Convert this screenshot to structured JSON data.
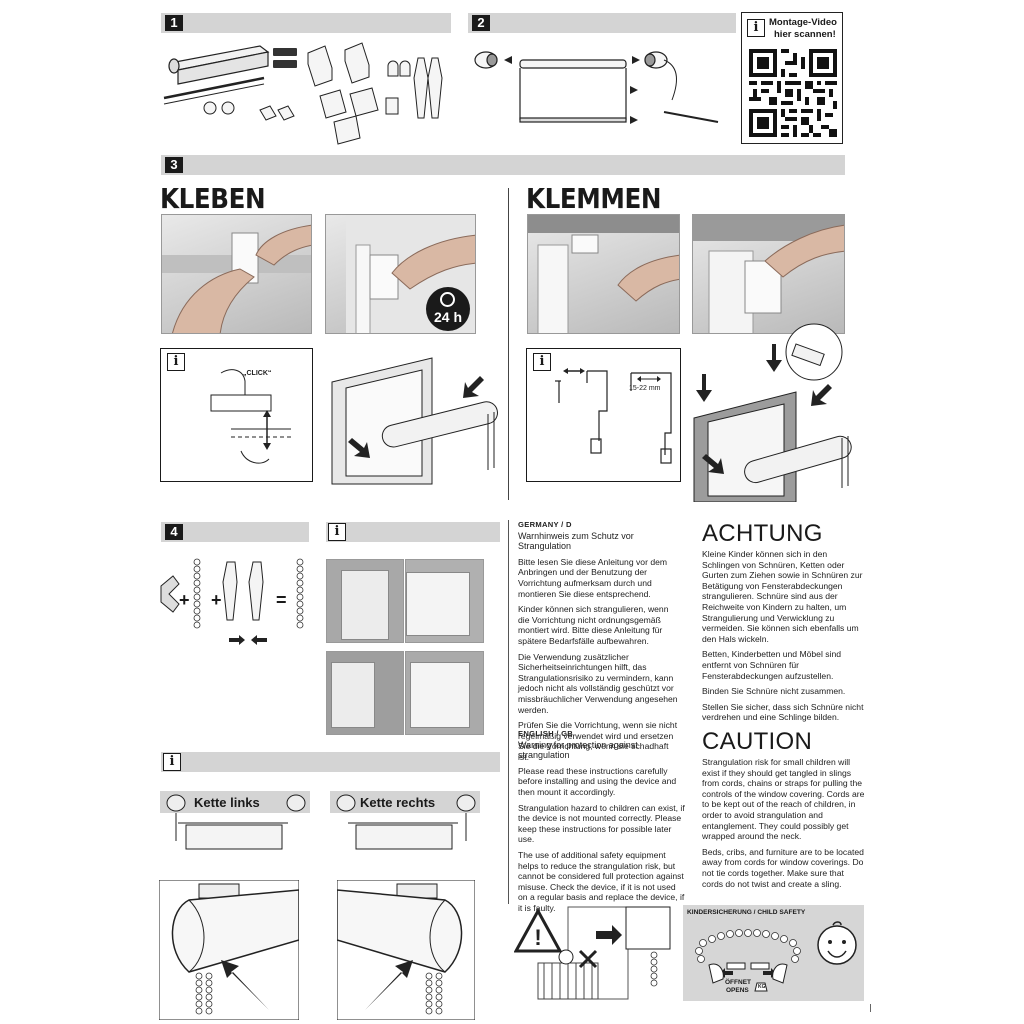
{
  "steps": {
    "one": "1",
    "two": "2",
    "three": "3",
    "four": "4",
    "info": "i"
  },
  "qr": {
    "caption_line1": "Montage-Video",
    "caption_line2": "hier scannen!"
  },
  "mount": {
    "glue_title": "KLEBEN",
    "clamp_title": "KLEMMEN",
    "cure_time": "24 h",
    "click_label": "„CLICK“",
    "clamp_range": "15-22 mm"
  },
  "chain": {
    "left_label": "Kette links",
    "right_label": "Kette rechts",
    "plus1": "+",
    "plus2": "+",
    "equals": "="
  },
  "warning": {
    "germany": {
      "heading": "GERMANY / D",
      "subtitle": "Warnhinweis zum Schutz vor Strangulation",
      "p1": "Bitte lesen Sie diese Anleitung vor dem Anbringen und der Benutzung der Vorrichtung aufmerksam durch und montieren Sie diese entsprechend.",
      "p2": "Kinder können sich strangulieren, wenn die Vorrichtung nicht ordnungsgemäß montiert wird. Bitte diese Anleitung für spätere Bedarfsfälle aufbewahren.",
      "p3": "Die Verwendung zusätzlicher Sicherheitseinrichtungen hilft, das Strangulationsrisiko zu vermindern, kann jedoch nicht als vollständig geschützt vor missbräuchlicher Verwendung angesehen werden.",
      "p4": "Prüfen Sie die Vorrichtung, wenn sie nicht regelmäßig verwendet wird und ersetzen Sie die Vorrichtung, wenn sie schadhaft ist."
    },
    "achtung": {
      "title": "ACHTUNG",
      "p1": "Kleine Kinder können sich in den Schlingen von Schnüren, Ketten oder Gurten zum Ziehen sowie in Schnüren zur Betätigung von Fensterabdeckungen strangulieren. Schnüre sind aus der Reichweite von Kindern zu halten, um Strangulierung und Verwicklung zu vermeiden. Sie können sich ebenfalls um den Hals wickeln.",
      "p2": "Betten, Kinderbetten und Möbel sind entfernt von Schnüren für Fensterabdeckungen aufzustellen.",
      "p3": "Binden Sie Schnüre nicht zusammen.",
      "p4": "Stellen Sie sicher, dass sich Schnüre nicht verdrehen und eine Schlinge bilden."
    },
    "english": {
      "heading": "ENGLISH / GB",
      "subtitle": "Warning for protection against strangulation",
      "p1": "Please read these instructions carefully before installing and using the device and then mount it accordingly.",
      "p2": "Strangulation hazard to children can exist, if the device is not mounted correctly. Please keep these instructions for possible later use.",
      "p3": "The use of additional safety equipment helps to reduce the strangulation risk, but cannot be considered full protection against misuse. Check the device, if it is not used on a regular basis and replace the device, if it is faulty."
    },
    "caution": {
      "title": "CAUTION",
      "p1": "Strangulation risk for small children will exist if they should get tangled in slings from cords, chains or straps for pulling the controls of the window covering. Cords are to be kept out of the reach of children, in order to avoid strangulation and entanglement. They could possibly get wrapped around the neck.",
      "p2": "Beds, cribs, and furniture are to be located away from cords for window coverings. Do not tie cords together. Make sure that cords do not twist and create a sling."
    }
  },
  "child_safety": {
    "title": "KINDERSICHERUNG / CHILD SAFETY",
    "opens_de": "ÖFFNET",
    "opens_en": "OPENS",
    "weight": "KG"
  }
}
